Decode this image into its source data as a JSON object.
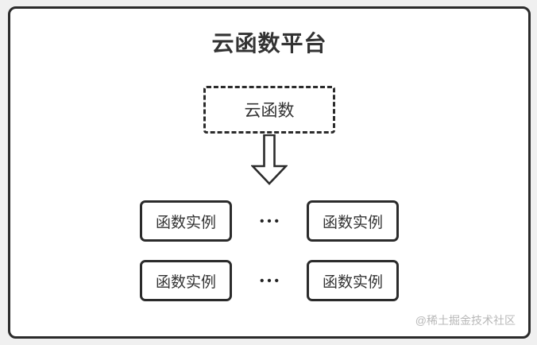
{
  "diagram": {
    "title": "云函数平台",
    "cloud_function": {
      "label": "云函数"
    },
    "instances": [
      "函数实例",
      "函数实例",
      "函数实例",
      "函数实例"
    ],
    "ellipsis": "•••",
    "watermark": "@稀土掘金技术社区"
  },
  "colors": {
    "frame_border": "#2b2b2b",
    "box_border": "#2b2b2b",
    "text": "#333333",
    "background_outer": "#f0f0f0",
    "background_inner": "#ffffff",
    "watermark_text": "#b8b8b8"
  }
}
